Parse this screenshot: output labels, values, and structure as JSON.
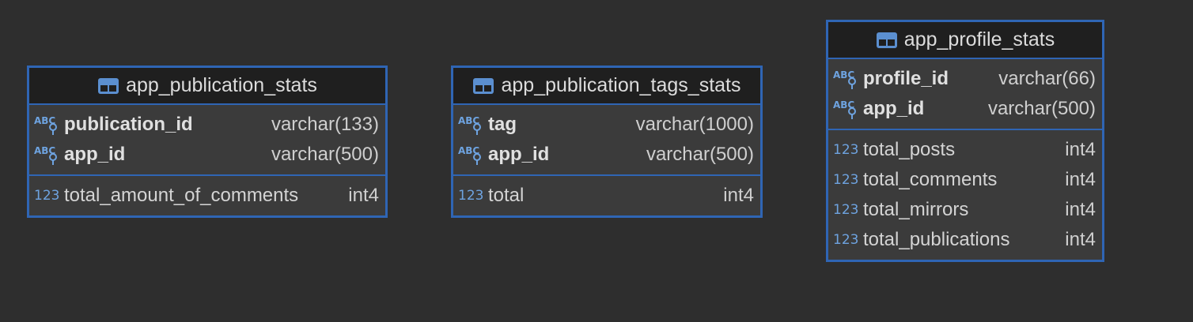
{
  "entities": [
    {
      "name": "app_publication_stats",
      "key_columns": [
        {
          "name": "publication_id",
          "type": "varchar(133)"
        },
        {
          "name": "app_id",
          "type": "varchar(500)"
        }
      ],
      "columns": [
        {
          "name": "total_amount_of_comments",
          "type": "int4"
        }
      ]
    },
    {
      "name": "app_publication_tags_stats",
      "key_columns": [
        {
          "name": "tag",
          "type": "varchar(1000)"
        },
        {
          "name": "app_id",
          "type": "varchar(500)"
        }
      ],
      "columns": [
        {
          "name": "total",
          "type": "int4"
        }
      ]
    },
    {
      "name": "app_profile_stats",
      "key_columns": [
        {
          "name": "profile_id",
          "type": "varchar(66)"
        },
        {
          "name": "app_id",
          "type": "varchar(500)"
        }
      ],
      "columns": [
        {
          "name": "total_posts",
          "type": "int4"
        },
        {
          "name": "total_comments",
          "type": "int4"
        },
        {
          "name": "total_mirrors",
          "type": "int4"
        },
        {
          "name": "total_publications",
          "type": "int4"
        }
      ]
    }
  ],
  "icons": {
    "table": "table-icon",
    "string_key": "string-key-icon",
    "numeric": "numeric-icon",
    "numeric_label": "123"
  },
  "colors": {
    "background": "#2e2e2e",
    "border": "#2f65b4",
    "header": "#1f1f1f",
    "body": "#3b3b3b",
    "icon_blue": "#6ea3e0"
  }
}
